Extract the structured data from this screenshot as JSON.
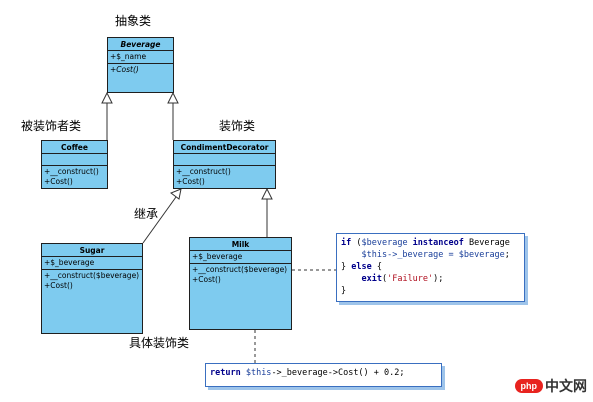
{
  "labels": {
    "abstract": "抽象类",
    "decorated": "被装饰者类",
    "decorator": "装饰类",
    "inherit": "继承",
    "concrete": "具体装饰类"
  },
  "classes": {
    "beverage": {
      "name": "Beverage",
      "attrs": [
        "+$_name"
      ],
      "ops": [
        "+Cost()"
      ]
    },
    "coffee": {
      "name": "Coffee",
      "attrs": [],
      "ops": [
        "+__construct()",
        "+Cost()"
      ]
    },
    "condiment": {
      "name": "CondimentDecorator",
      "attrs": [],
      "ops": [
        "+__construct()",
        "+Cost()"
      ]
    },
    "sugar": {
      "name": "Sugar",
      "attrs": [
        "+$_beverage"
      ],
      "ops": [
        "+__construct($beverage)",
        "+Cost()"
      ]
    },
    "milk": {
      "name": "Milk",
      "attrs": [
        "+$_beverage"
      ],
      "ops": [
        "+__construct($beverage)",
        "+Cost()"
      ]
    }
  },
  "note_construct": {
    "line1_kw": "if",
    "line1_a": " (",
    "line1_var": "$beverage",
    "line1_kw2": " instanceof",
    "line1_b": " Beverage",
    "line2_var1": "$this",
    "line2_mid": "->_beverage = ",
    "line2_var2": "$beverage",
    "line2_end": ";",
    "line3_open": "} ",
    "line3_kw": "else",
    "line3_end": " {",
    "line4_kw": "exit",
    "line4_a": "(",
    "line4_str": "'Failure'",
    "line4_b": ");",
    "line5": "}"
  },
  "note_cost": {
    "kw": "return",
    "var": " $this",
    "rest": "->_beverage->Cost() + 0.2;"
  },
  "watermark": {
    "oval": "php",
    "text": "中文网"
  },
  "colors": {
    "class_fill": "#7ecbef",
    "note_border": "#3a6fc0"
  }
}
